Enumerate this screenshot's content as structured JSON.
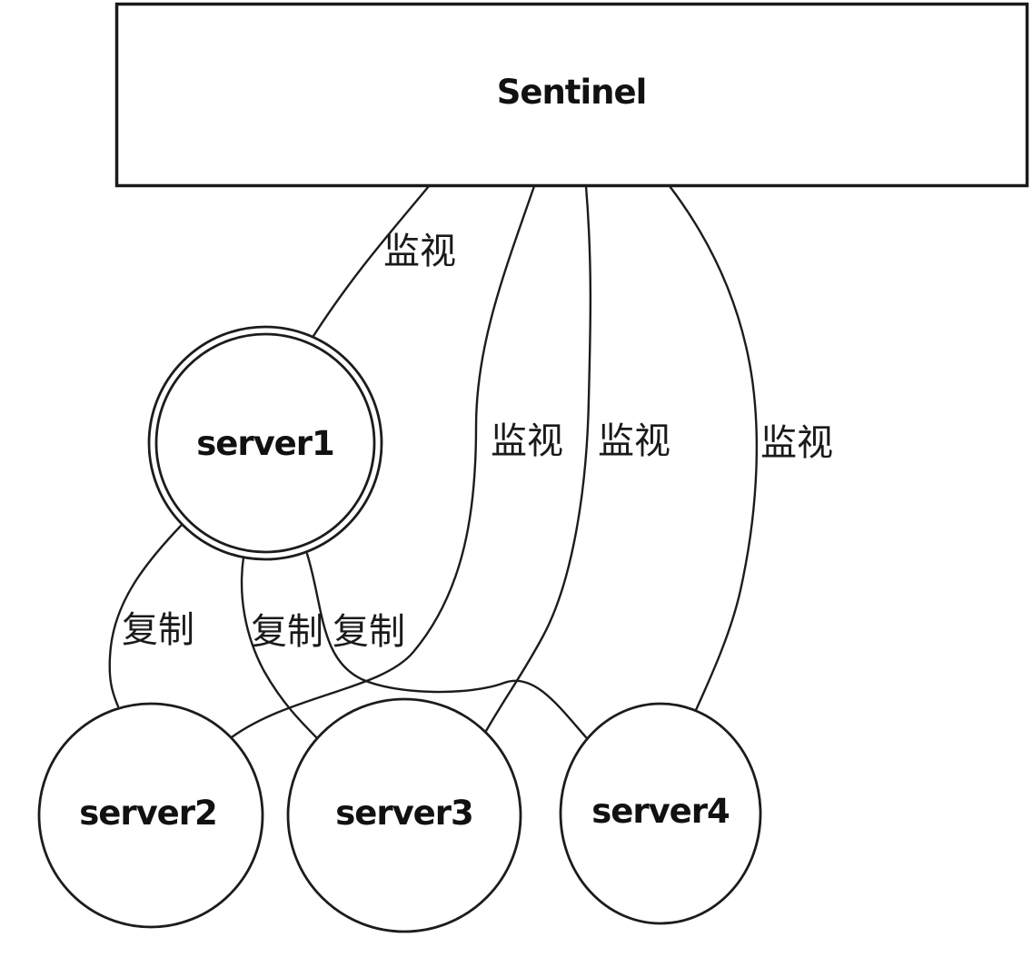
{
  "diagram": {
    "type": "graph-topology",
    "colors": {
      "background": "#ffffff",
      "stroke": "#1c1c1c",
      "text": "#111111"
    },
    "nodes": [
      {
        "id": "sentinel",
        "label": "Sentinel",
        "shape": "rectangle"
      },
      {
        "id": "server1",
        "label": "server1",
        "shape": "double-circle"
      },
      {
        "id": "server2",
        "label": "server2",
        "shape": "circle"
      },
      {
        "id": "server3",
        "label": "server3",
        "shape": "circle"
      },
      {
        "id": "server4",
        "label": "server4",
        "shape": "circle"
      }
    ],
    "edges": [
      {
        "from": "Sentinel",
        "to": "server1",
        "label": "监视"
      },
      {
        "from": "Sentinel",
        "to": "server2",
        "label": "监视"
      },
      {
        "from": "Sentinel",
        "to": "server3",
        "label": "监视"
      },
      {
        "from": "Sentinel",
        "to": "server4",
        "label": "监视"
      },
      {
        "from": "server1",
        "to": "server2",
        "label": "复制"
      },
      {
        "from": "server1",
        "to": "server3",
        "label": "复制"
      },
      {
        "from": "server1",
        "to": "server4",
        "label": "复制"
      }
    ]
  }
}
